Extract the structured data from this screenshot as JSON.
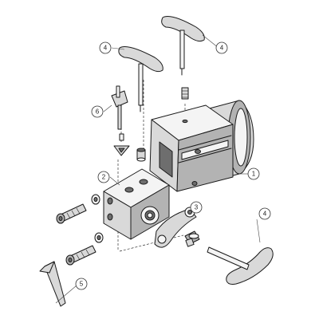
{
  "callouts": [
    {
      "id": "c1",
      "label": "1"
    },
    {
      "id": "c2",
      "label": "2"
    },
    {
      "id": "c3",
      "label": "3"
    },
    {
      "id": "c4a",
      "label": "4"
    },
    {
      "id": "c4b",
      "label": "4"
    },
    {
      "id": "c4c",
      "label": "4"
    },
    {
      "id": "c5",
      "label": "5"
    },
    {
      "id": "c6",
      "label": "6"
    }
  ],
  "colors": {
    "line": "#1a1a1a",
    "light": "#f4f4f4",
    "mid": "#d9d9d9",
    "dark": "#b3b3b3",
    "darkest": "#6e6e6e"
  }
}
